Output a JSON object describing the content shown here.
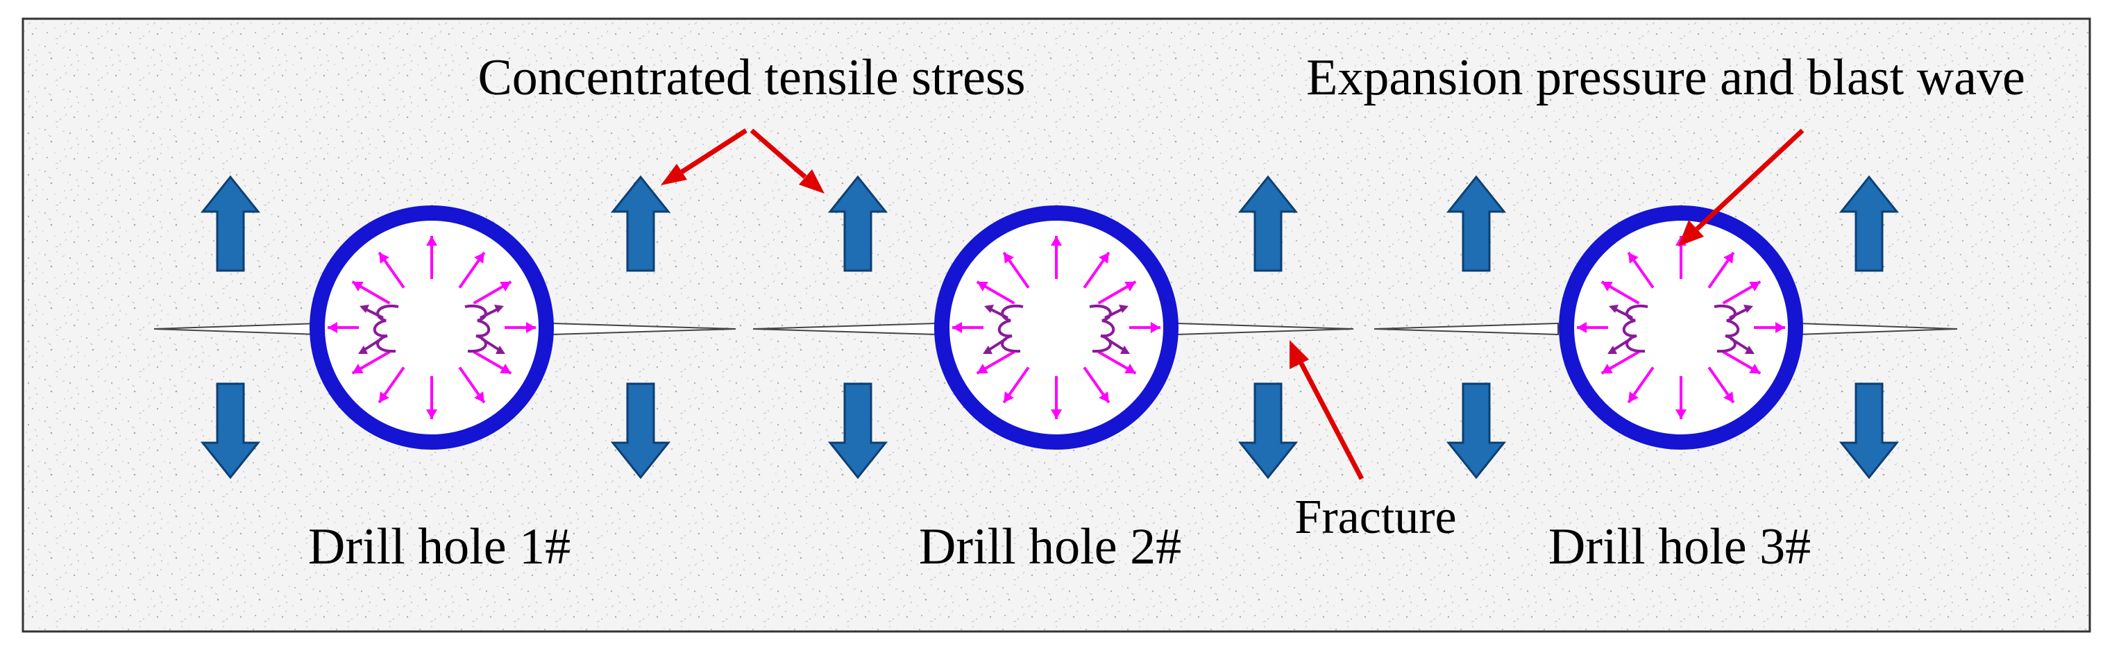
{
  "labels": {
    "concentrated_tensile_stress": "Concentrated tensile stress",
    "expansion_pressure": "Expansion pressure and blast wave",
    "fracture": "Fracture",
    "drill_hole_1": "Drill hole 1#",
    "drill_hole_2": "Drill hole 2#",
    "drill_hole_3": "Drill hole 3#"
  },
  "colors": {
    "background": "#f3f3f3",
    "border": "#333333",
    "ring": "#1414d2",
    "pressure_arrow": "#ff00ff",
    "blast_wave": "#8a1a9a",
    "stress_arrow_fill": "#1f6db3",
    "stress_arrow_stroke": "#0d3f73",
    "callout": "#e00000"
  },
  "holes": [
    {
      "name": "Drill hole 1#"
    },
    {
      "name": "Drill hole 2#"
    },
    {
      "name": "Drill hole 3#"
    }
  ]
}
